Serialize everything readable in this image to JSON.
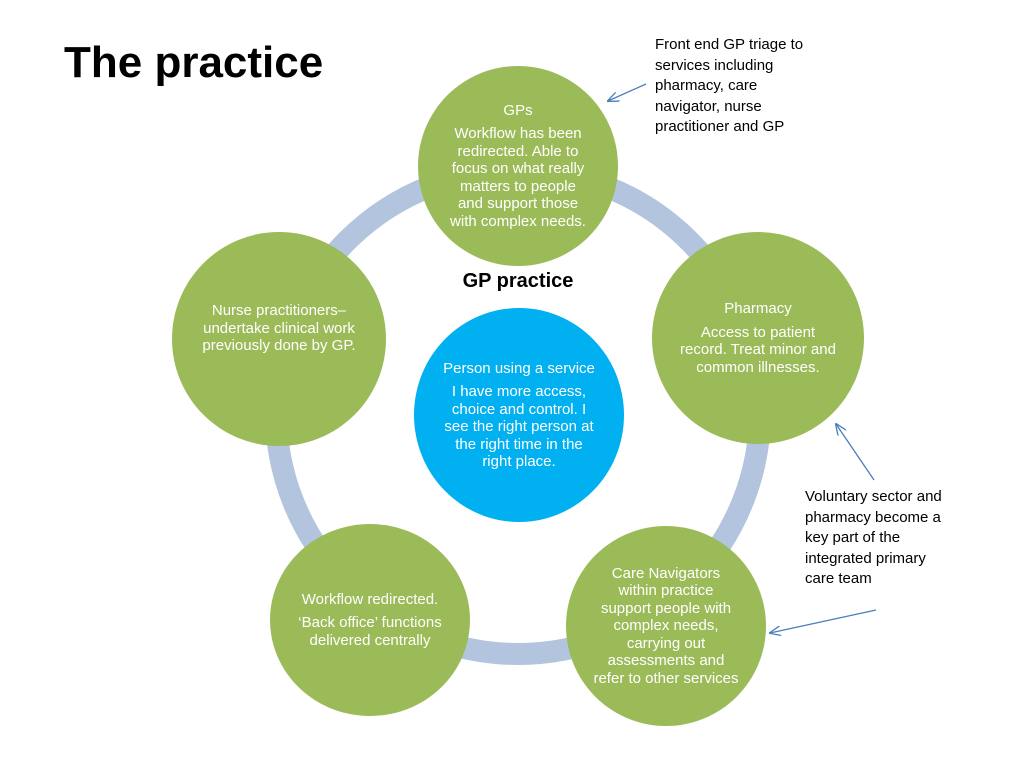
{
  "slide": {
    "title": "The practice",
    "center_label": "GP practice"
  },
  "nodes": {
    "center": {
      "head": "Person using a service",
      "body": "I have more access, choice and control.  I see the right person at the right time in the right place."
    },
    "gps": {
      "head": "GPs",
      "body": "Workflow has been redirected. Able to focus on what really matters to people and support those with complex needs."
    },
    "pharmacy": {
      "head": "Pharmacy",
      "body": "Access to patient record.  Treat minor and common illnesses."
    },
    "care_navigators": {
      "head": "",
      "body": "Care Navigators within practice support people with complex needs, carrying out assessments and refer to other services"
    },
    "workflow": {
      "head": "Workflow redirected.",
      "body": "‘Back office’ functions delivered centrally"
    },
    "nurse": {
      "head": "",
      "body": "Nurse practitioners– undertake clinical work previously done by GP."
    }
  },
  "notes": {
    "front_end": "Front end GP triage to services including pharmacy, care navigator, nurse practitioner and GP",
    "voluntary": "Voluntary sector and pharmacy become a key part of the integrated primary care team"
  },
  "colors": {
    "green": "#9bbb59",
    "blue": "#00b0f0",
    "ring": "#b3c4df",
    "arrow": "#4a7ebb"
  }
}
